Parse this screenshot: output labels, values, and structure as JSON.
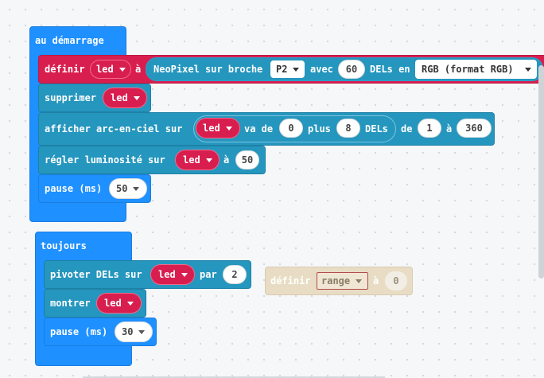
{
  "colors": {
    "event_blue": "#1e90ff",
    "neopixel_teal": "#2596be",
    "variable_red": "#d81e4f",
    "disabled_block": "#e8ddc4",
    "workspace_bg": "#f6f7f9"
  },
  "on_start": {
    "title": "au démarrage",
    "set_block": {
      "label": "définir",
      "variable": "led",
      "to": "à",
      "neopixel": {
        "label": "NeoPixel sur broche",
        "pin": "P2",
        "with": "avec",
        "count": "60",
        "leds_in": "DELs en",
        "mode": "RGB (format RGB)"
      }
    },
    "clear_block": {
      "label": "supprimer",
      "variable": "led"
    },
    "rainbow_block": {
      "label": "afficher arc-en-ciel sur",
      "range": {
        "variable": "led",
        "from_label": "va de",
        "from": "0",
        "plus_label": "plus",
        "plus": "8",
        "leds_label": "DELs"
      },
      "start_label": "de",
      "start_hue": "1",
      "end_label": "à",
      "end_hue": "360"
    },
    "brightness_block": {
      "label": "régler luminosité sur",
      "variable": "led",
      "to": "à",
      "value": "50"
    },
    "pause_block": {
      "label": "pause (ms)",
      "value": "50"
    }
  },
  "forever": {
    "title": "toujours",
    "rotate_block": {
      "label": "pivoter DELs sur",
      "variable": "led",
      "by": "par",
      "value": "2"
    },
    "show_block": {
      "label": "montrer",
      "variable": "led"
    },
    "pause_block": {
      "label": "pause (ms)",
      "value": "30"
    }
  },
  "loose_block": {
    "label": "définir",
    "variable": "range",
    "to": "à",
    "value": "0"
  },
  "icons": [
    "dropdown-caret-icon"
  ]
}
